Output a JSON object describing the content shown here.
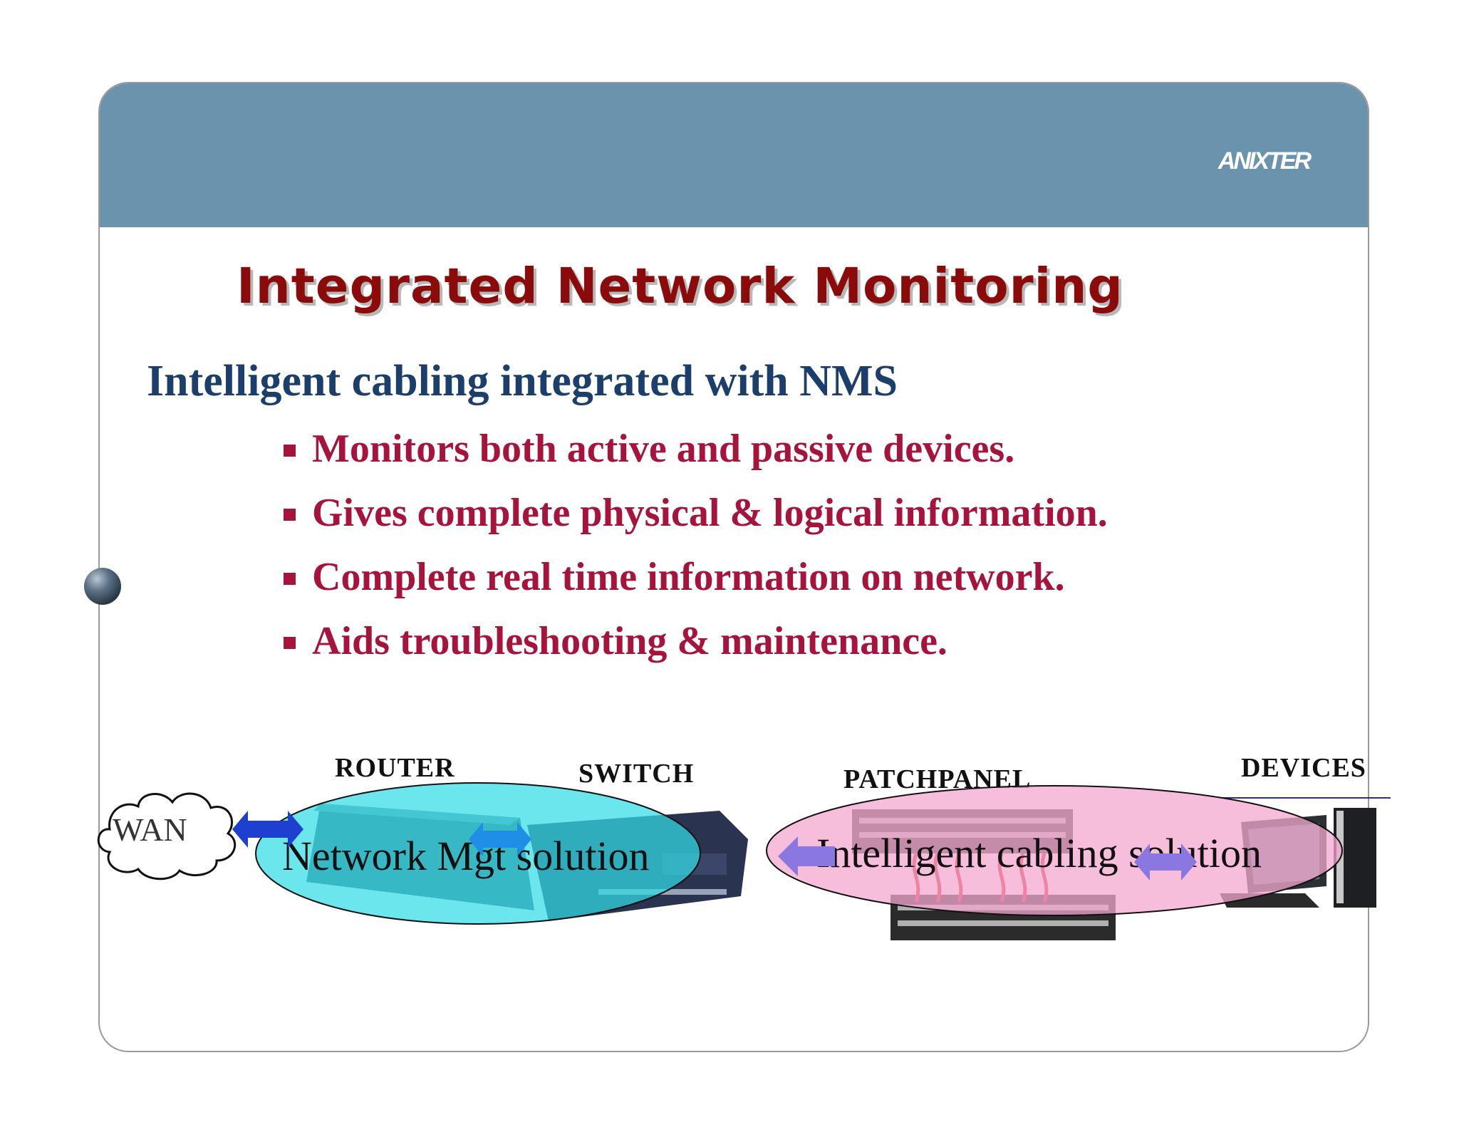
{
  "logo": {
    "text": "ANIXTER"
  },
  "title": "Integrated Network Monitoring",
  "subtitle": "Intelligent cabling integrated with NMS",
  "bullets": [
    "Monitors both active and passive devices.",
    "Gives complete physical & logical information.",
    "Complete real time information on network.",
    "Aids troubleshooting & maintenance."
  ],
  "diagram": {
    "wan": "WAN",
    "router_label": "ROUTER",
    "switch_label": "SWITCH",
    "patchpanel_label": "PATCHPANEL",
    "devices_label": "DEVICES",
    "nms_ellipse_label": "Network Mgt solution",
    "cabling_ellipse_label": "Intelligent cabling solution"
  },
  "colors": {
    "header_band": "#6a93ae",
    "title": "#8b0a0a",
    "subtitle": "#1c3e6b",
    "bullet": "#a6143c",
    "nms_ellipse": "#33dde6",
    "cabling_ellipse": "#f3a8cf"
  }
}
